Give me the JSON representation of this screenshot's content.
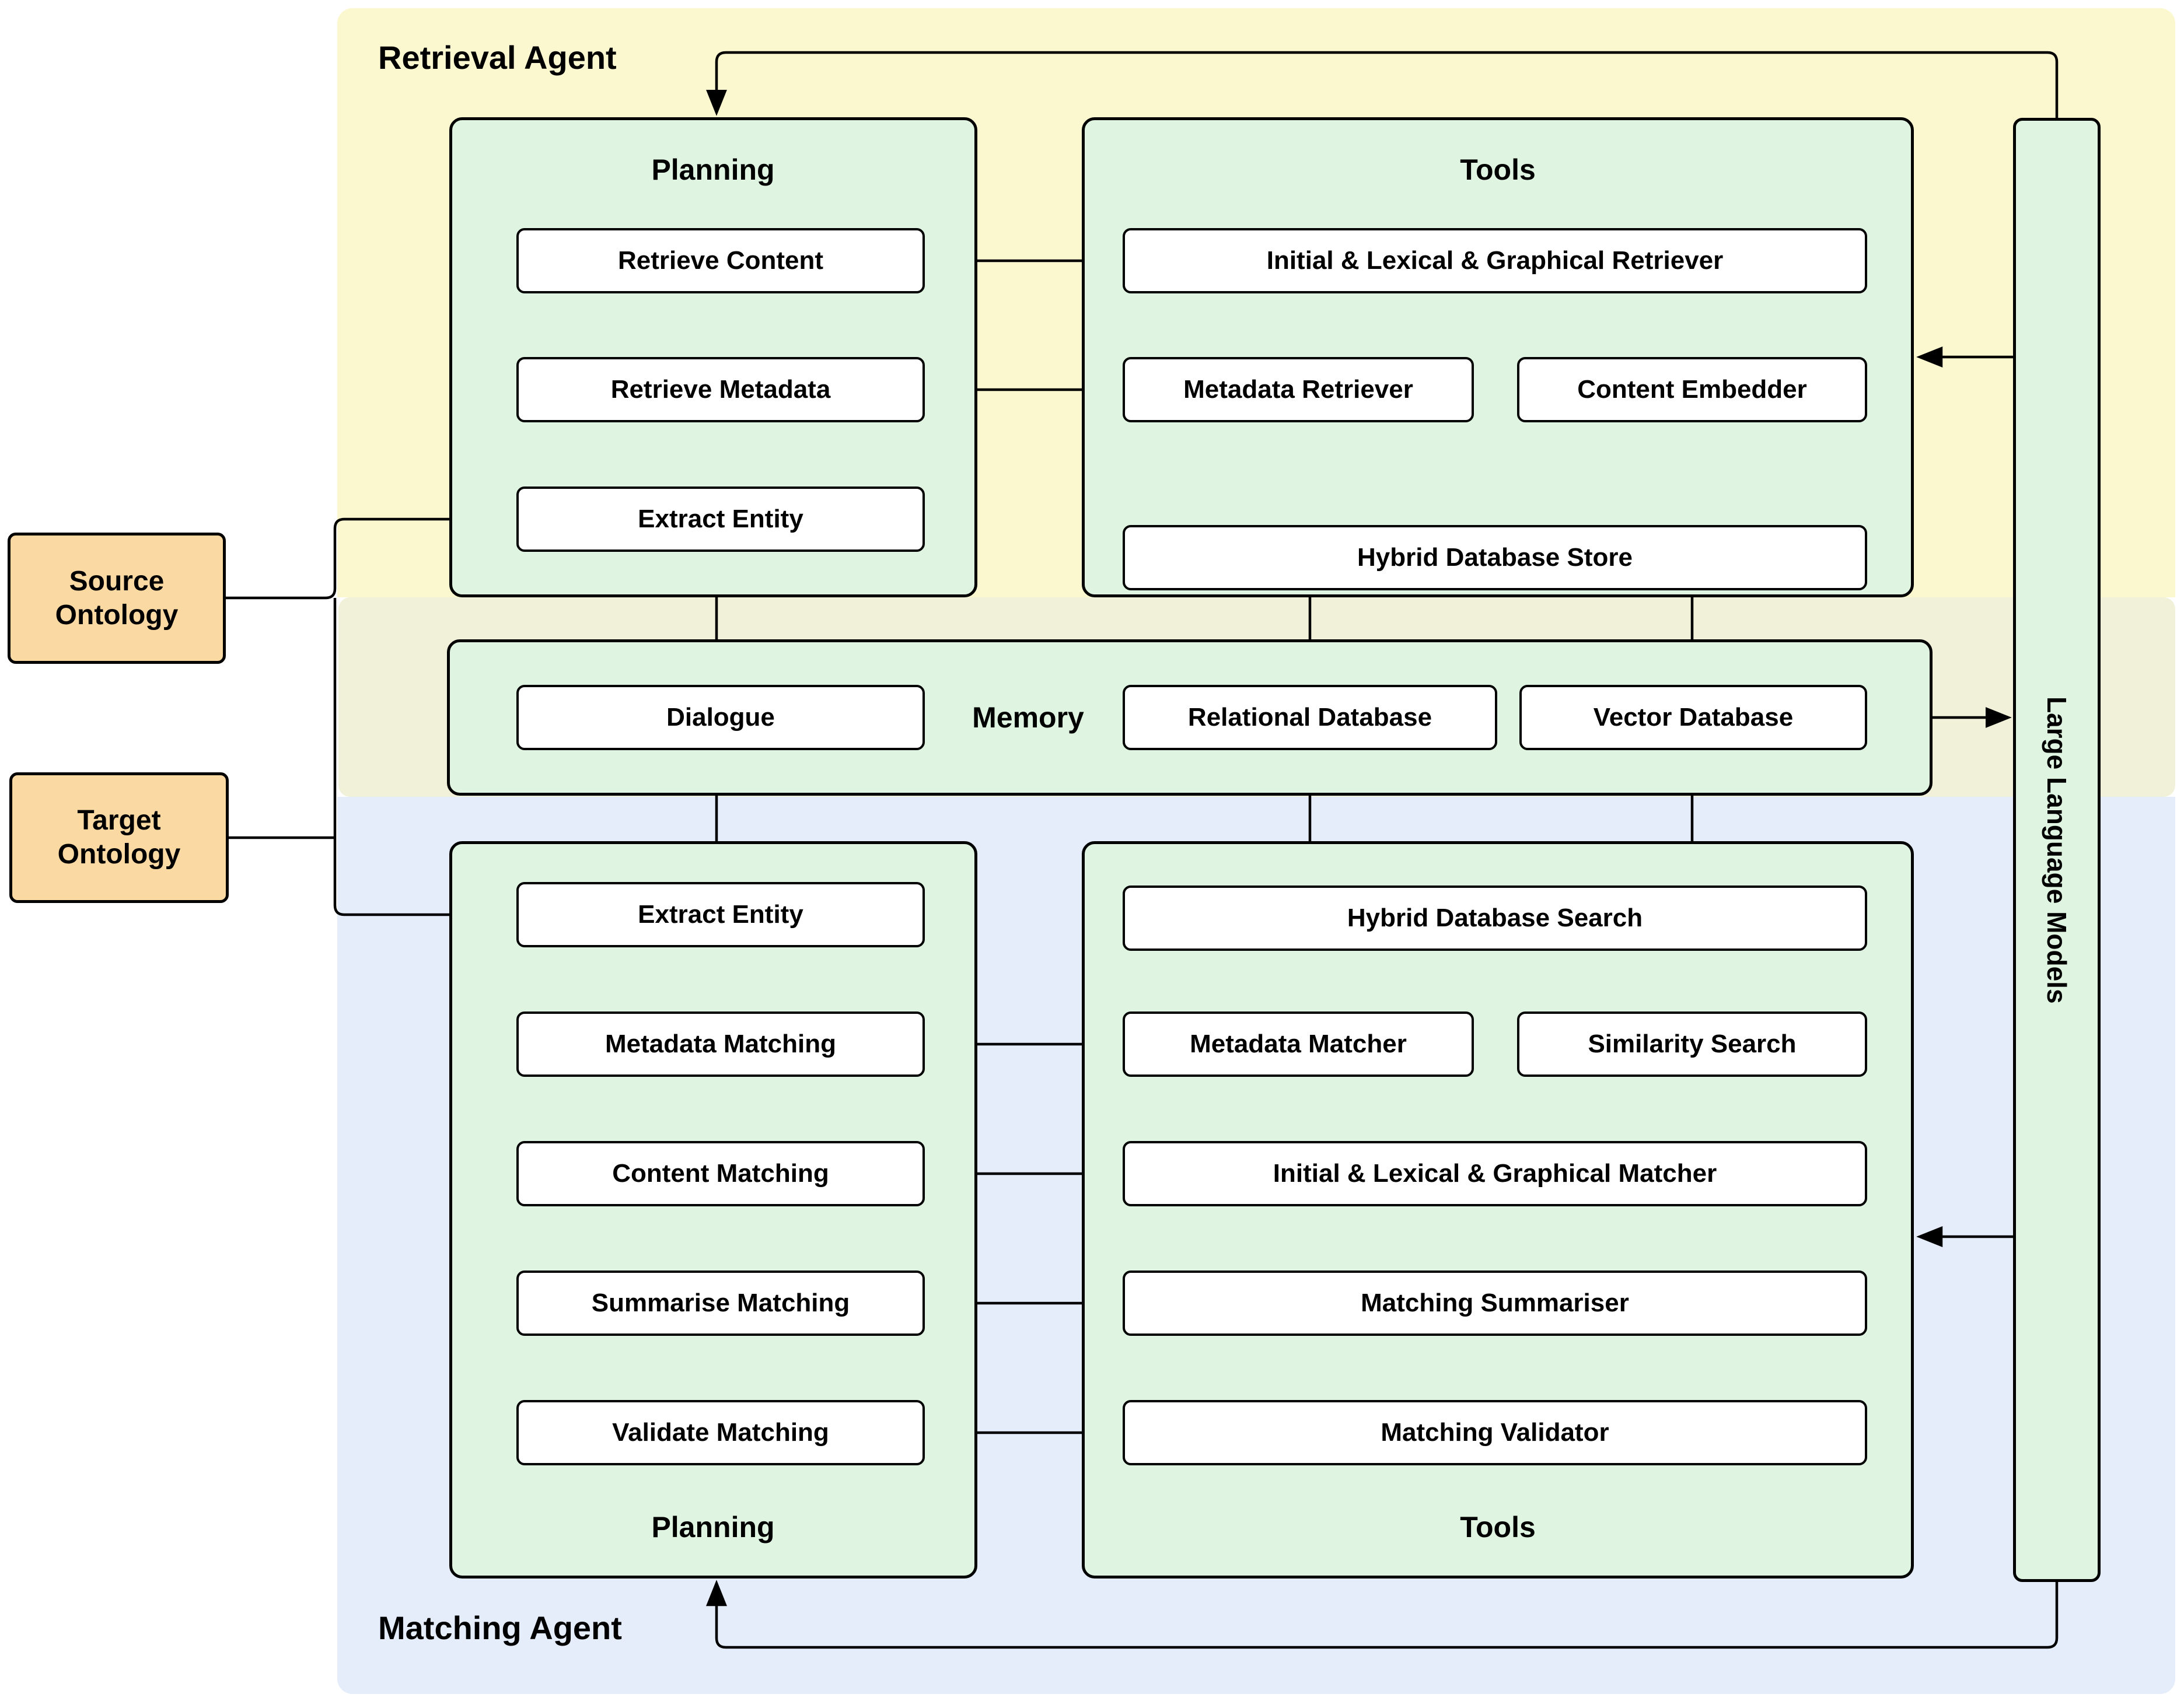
{
  "inputs": {
    "source_ontology": "Source Ontology",
    "target_ontology": "Target Ontology"
  },
  "retrieval_agent": {
    "title": "Retrieval Agent",
    "planning": {
      "title": "Planning",
      "steps": [
        "Retrieve Content",
        "Retrieve Metadata",
        "Extract Entity"
      ]
    },
    "tools": {
      "title": "Tools",
      "retriever": "Initial & Lexical & Graphical Retriever",
      "metadata_retriever": "Metadata Retriever",
      "content_embedder": "Content Embedder",
      "hybrid_database_store": "Hybrid Database Store"
    }
  },
  "memory": {
    "title": "Memory",
    "dialogue": "Dialogue",
    "relational_database": "Relational Database",
    "vector_database": "Vector Database"
  },
  "matching_agent": {
    "title": "Matching Agent",
    "planning": {
      "title": "Planning",
      "steps": [
        "Extract Entity",
        "Metadata Matching",
        "Content Matching",
        "Summarise Matching",
        "Validate Matching"
      ]
    },
    "tools": {
      "title": "Tools",
      "hybrid_database_search": "Hybrid Database Search",
      "metadata_matcher": "Metadata Matcher",
      "similarity_search": "Similarity Search",
      "matcher": "Initial & Lexical & Graphical Matcher",
      "matching_summariser": "Matching Summariser",
      "matching_validator": "Matching Validator"
    }
  },
  "llm": {
    "label": "Large Language Models"
  },
  "colors": {
    "retrieval_agent_bg": "#FBF7CF",
    "shared_memory_bg": "#F0F1D8",
    "matching_agent_bg": "#E5EDFB",
    "container_fill": "#DFF5E1",
    "node_fill": "#FFFFFF",
    "ontology_fill": "#FAD9A3",
    "line_color": "#000000"
  }
}
